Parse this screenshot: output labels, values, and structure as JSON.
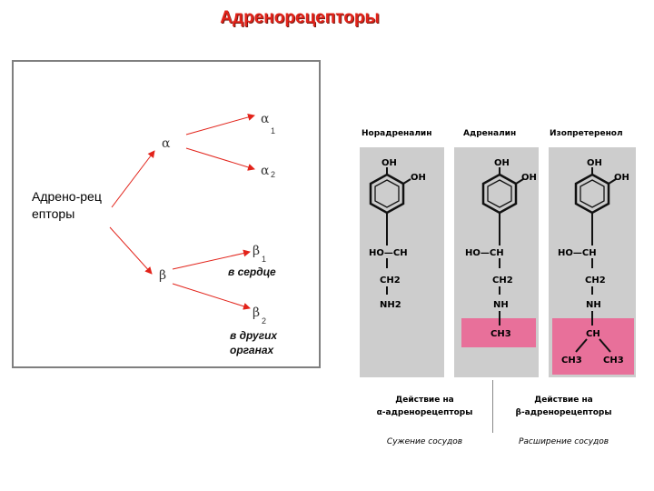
{
  "title": "Адренорецепторы",
  "tree": {
    "root_label": "Адрено-рец епторы",
    "alpha": {
      "symbol": "α",
      "children": [
        {
          "symbol": "α",
          "sub": "1"
        },
        {
          "symbol": "α",
          "sub": "2"
        }
      ]
    },
    "beta": {
      "symbol": "β",
      "children": [
        {
          "symbol": "β",
          "sub": "1",
          "note": "в сердце"
        },
        {
          "symbol": "β",
          "sub": "2",
          "note": "в других органах"
        }
      ]
    },
    "arrow_color": "#e2231a"
  },
  "molecules": [
    {
      "name": "Норадреналин",
      "oh1": "OH",
      "oh2": "OH",
      "c1": "HO—CH",
      "c2": "CH2",
      "n": "NH2",
      "sub": ""
    },
    {
      "name": "Адреналин",
      "oh1": "OH",
      "oh2": "OH",
      "c1": "HO—CH",
      "c2": "CH2",
      "n": "NH",
      "sub": "CH3"
    },
    {
      "name": "Изопретеренол",
      "oh1": "OH",
      "oh2": "OH",
      "c1": "HO—CH",
      "c2": "CH2",
      "n": "NH",
      "sub": "CH",
      "sub2a": "CH3",
      "sub2b": "CH3"
    }
  ],
  "highlight_color": "#e8709a",
  "actions": [
    {
      "line1": "Действие на",
      "line2": "α-адренорецепторы",
      "effect": "Сужение сосудов"
    },
    {
      "line1": "Действие на",
      "line2": "β-адренорецепторы",
      "effect": "Расширение сосудов"
    }
  ]
}
